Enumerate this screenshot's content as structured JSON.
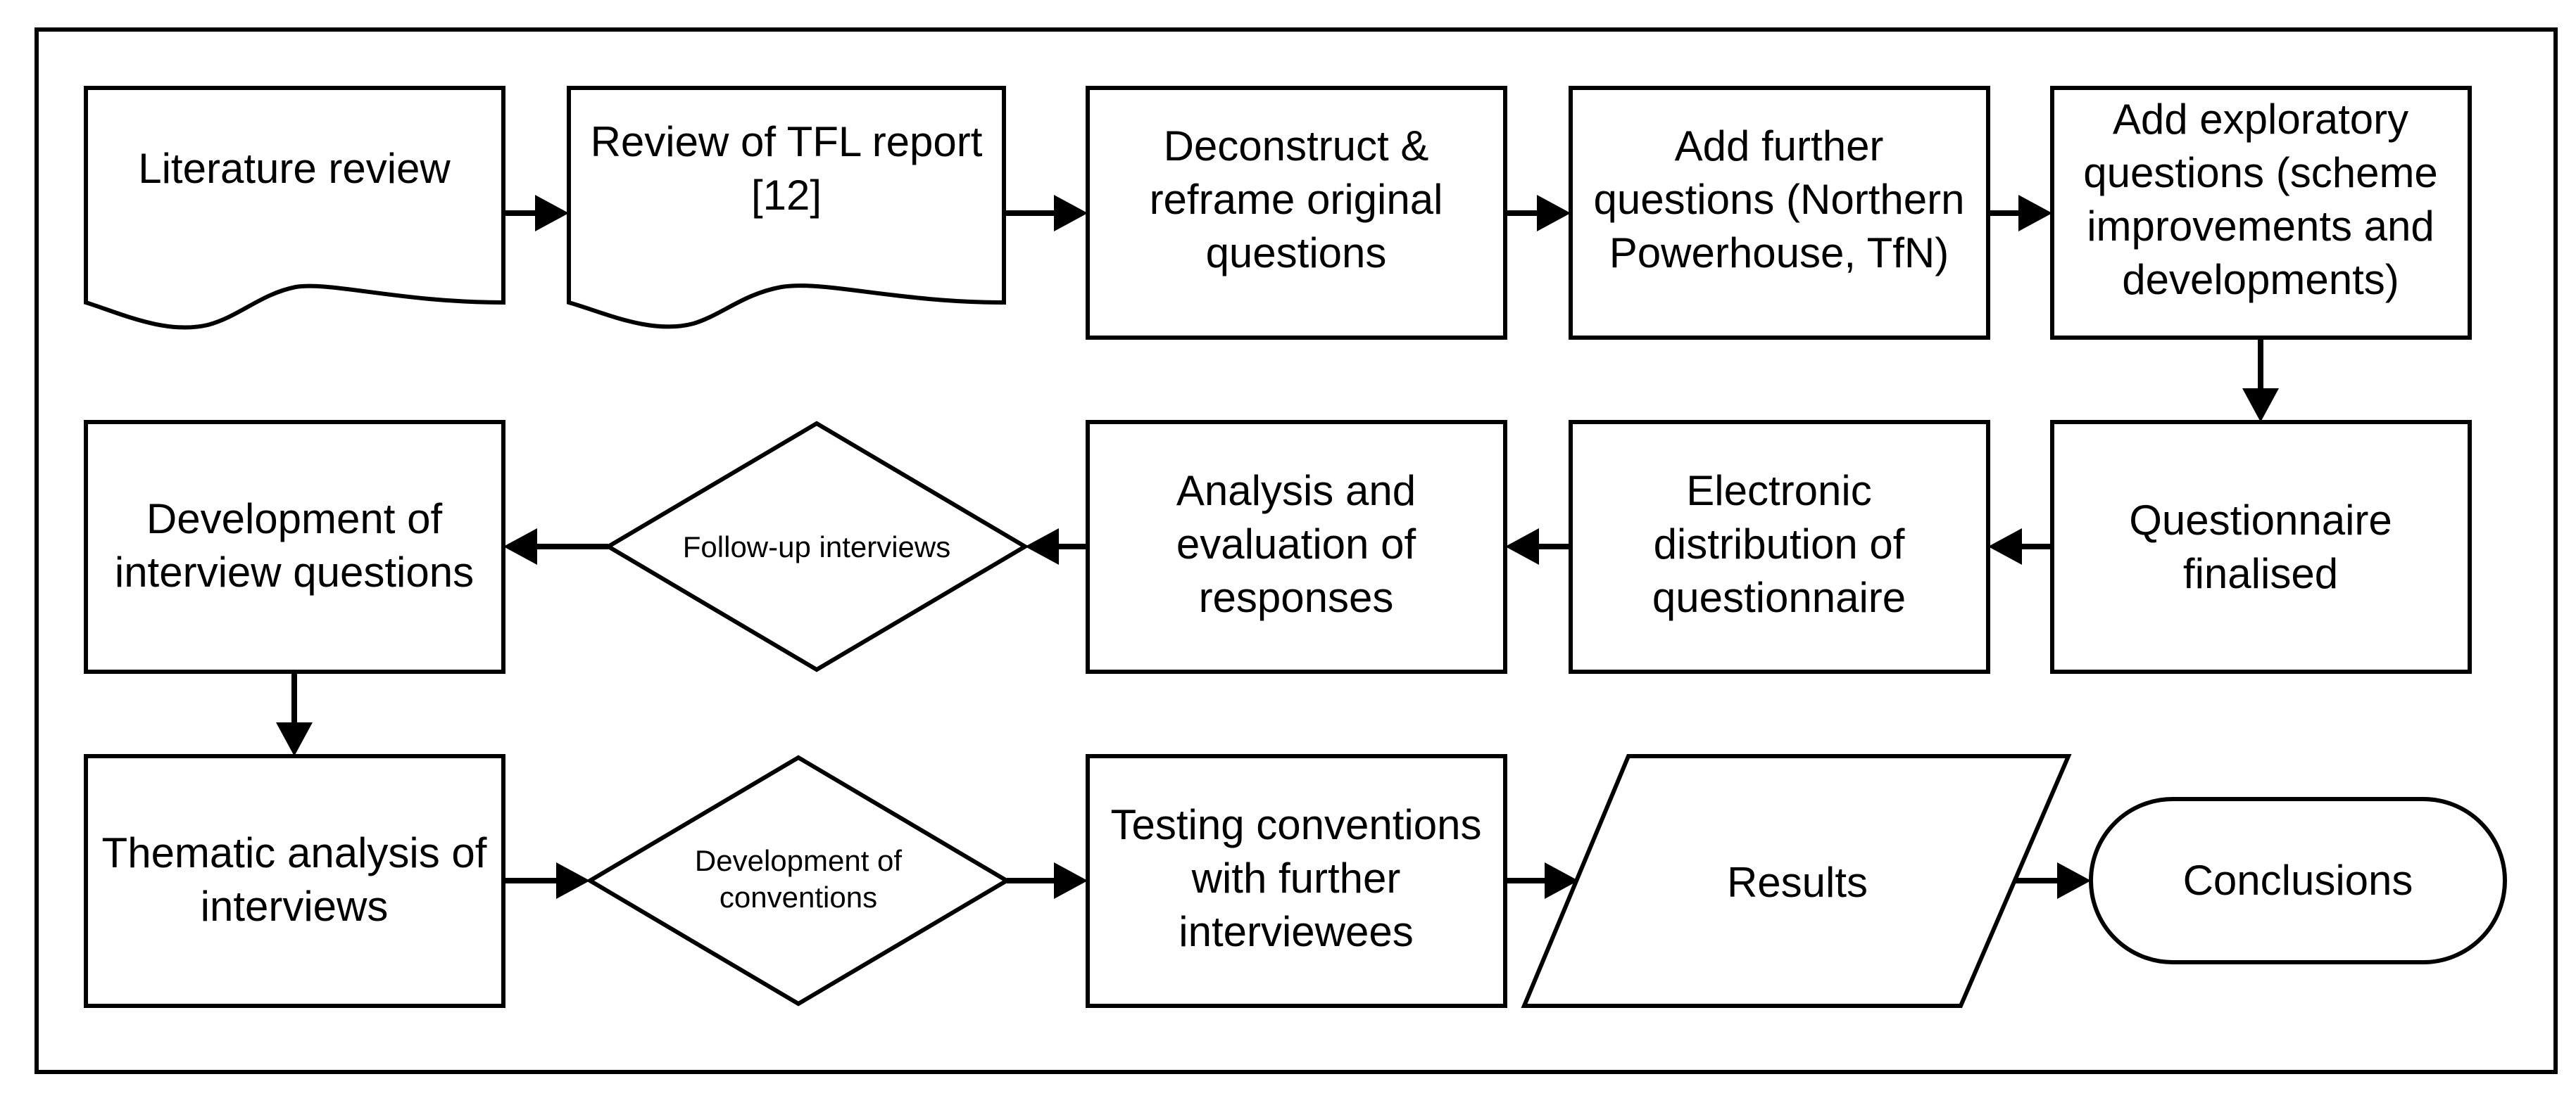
{
  "nodes": {
    "literature_review": {
      "lines": [
        "Literature review"
      ]
    },
    "tfl_report": {
      "lines": [
        "Review of TFL report",
        "[12]"
      ]
    },
    "deconstruct": {
      "lines": [
        "Deconstruct &",
        "reframe original",
        "questions"
      ]
    },
    "further_questions": {
      "lines": [
        "Add further",
        "questions (Northern",
        "Powerhouse, TfN)"
      ]
    },
    "exploratory": {
      "lines": [
        "Add exploratory",
        "questions (scheme",
        "improvements and",
        "developments)"
      ]
    },
    "finalised": {
      "lines": [
        "Questionnaire",
        "finalised"
      ]
    },
    "distribution": {
      "lines": [
        "Electronic",
        "distribution of",
        "questionnaire"
      ]
    },
    "analysis": {
      "lines": [
        "Analysis and",
        "evaluation of",
        "responses"
      ]
    },
    "follow_up": {
      "lines": [
        "Follow-up interviews"
      ]
    },
    "interview_questions": {
      "lines": [
        "Development of",
        "interview questions"
      ]
    },
    "thematic": {
      "lines": [
        "Thematic analysis of",
        "interviews"
      ]
    },
    "conventions": {
      "lines": [
        "Development of",
        "conventions"
      ]
    },
    "testing": {
      "lines": [
        "Testing conventions",
        "with further",
        "interviewees"
      ]
    },
    "results": {
      "lines": [
        "Results"
      ]
    },
    "conclusions": {
      "lines": [
        "Conclusions"
      ]
    }
  }
}
